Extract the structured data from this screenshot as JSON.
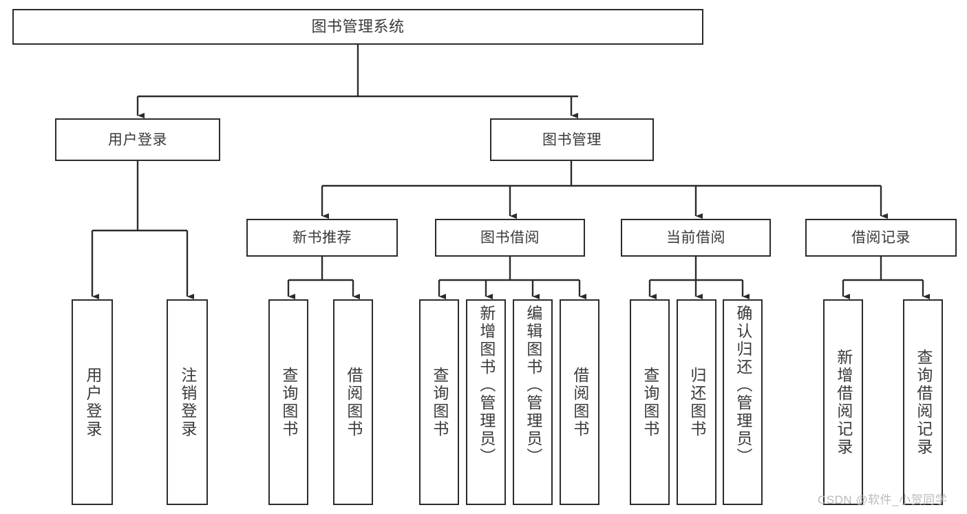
{
  "diagram": {
    "title": "图书管理系统",
    "type": "hierarchy-tree",
    "root": {
      "id": "root",
      "label": "图书管理系统",
      "level": 1
    },
    "level2": [
      {
        "id": "user-login",
        "label": "用户登录"
      },
      {
        "id": "book-management",
        "label": "图书管理"
      }
    ],
    "level3": [
      {
        "id": "new-book-recommend",
        "label": "新书推荐",
        "parent": "book-management"
      },
      {
        "id": "book-borrow",
        "label": "图书借阅",
        "parent": "book-management"
      },
      {
        "id": "current-borrow",
        "label": "当前借阅",
        "parent": "book-management"
      },
      {
        "id": "borrow-record",
        "label": "借阅记录",
        "parent": "book-management"
      }
    ],
    "leaves": {
      "user-login": [
        {
          "id": "leaf-user-login",
          "label": "用户登录"
        },
        {
          "id": "leaf-user-logout",
          "label": "注销登录"
        }
      ],
      "new-book-recommend": [
        {
          "id": "leaf-query-book-1",
          "label": "查询图书"
        },
        {
          "id": "leaf-borrow-book-1",
          "label": "借阅图书"
        }
      ],
      "book-borrow": [
        {
          "id": "leaf-query-book-2",
          "label": "查询图书"
        },
        {
          "id": "leaf-add-book",
          "label": "新增图书（管理员）"
        },
        {
          "id": "leaf-edit-book",
          "label": "编辑图书（管理员）"
        },
        {
          "id": "leaf-borrow-book-2",
          "label": "借阅图书"
        }
      ],
      "current-borrow": [
        {
          "id": "leaf-query-book-3",
          "label": "查询图书"
        },
        {
          "id": "leaf-return-book",
          "label": "归还图书"
        },
        {
          "id": "leaf-confirm-return",
          "label": "确认归还（管理员）"
        }
      ],
      "borrow-record": [
        {
          "id": "leaf-add-record",
          "label": "新增借阅记录"
        },
        {
          "id": "leaf-query-record",
          "label": "查询借阅记录"
        }
      ]
    }
  },
  "watermark": {
    "text": "CSDN @软件_小贺同学"
  },
  "colors": {
    "stroke": "#2b2b2b",
    "text": "#3a3a3a",
    "background": "#ffffff",
    "watermark": "#b9b9b9"
  }
}
